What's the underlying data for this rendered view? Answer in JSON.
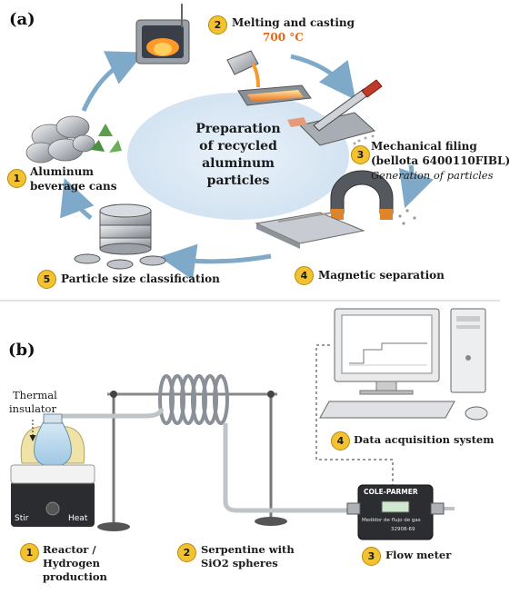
{
  "panel_a": {
    "label": "(a)",
    "center_title": [
      "Preparation",
      "of recycled",
      "aluminum",
      "particles"
    ],
    "steps": [
      {
        "number": "1",
        "lines": [
          "Aluminum",
          "beverage cans"
        ]
      },
      {
        "number": "2",
        "lines": [
          "Melting and casting"
        ],
        "temperature": "700 °C"
      },
      {
        "number": "3",
        "lines": [
          "Mechanical filing",
          "(bellota 6400110FIBL)"
        ],
        "subtitle": "Generation of particles"
      },
      {
        "number": "4",
        "lines": [
          "Magnetic separation"
        ]
      },
      {
        "number": "5",
        "lines": [
          "Particle size classification"
        ]
      }
    ]
  },
  "panel_b": {
    "label": "(b)",
    "thermal_insulator": [
      "Thermal",
      "insulator"
    ],
    "hotplate": {
      "left": "Stir",
      "right": "Heat"
    },
    "flow_meter_device": {
      "brand": "COLE-PARMER",
      "caption": "Medidor de flujo de gas",
      "model": "32908-69"
    },
    "components": [
      {
        "number": "1",
        "lines": [
          "Reactor /",
          "Hydrogen",
          "production"
        ]
      },
      {
        "number": "2",
        "lines": [
          "Serpentine with",
          "SiO2 spheres"
        ]
      },
      {
        "number": "3",
        "lines": [
          "Flow meter"
        ]
      },
      {
        "number": "4",
        "lines": [
          "Data acquisition system"
        ]
      }
    ]
  },
  "colors": {
    "badge": "#f2c230",
    "temperature": "#e06a1a",
    "arrow": "#7fa9c8",
    "center_ellipse": "#dce9f5"
  }
}
